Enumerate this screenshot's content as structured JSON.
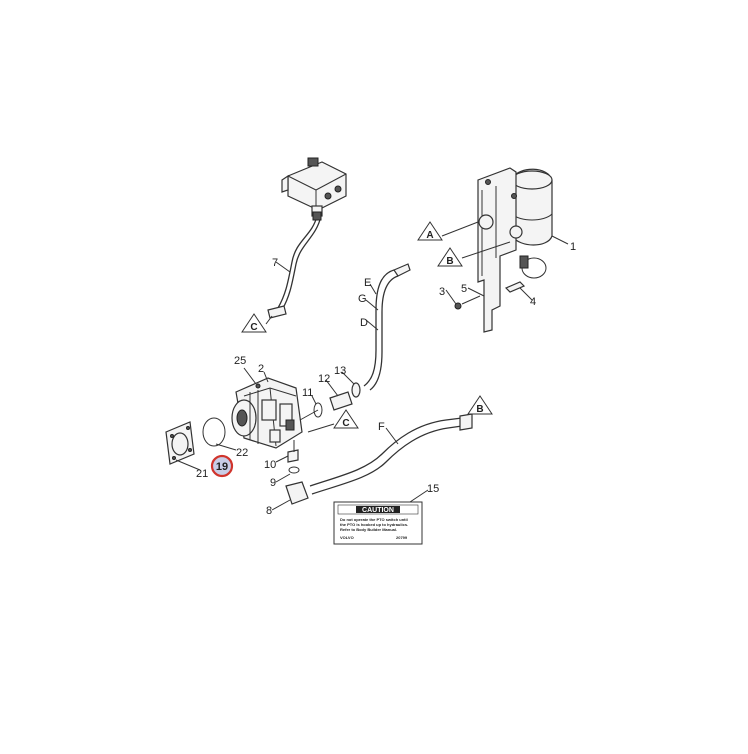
{
  "callouts": {
    "c1": "1",
    "c2": "2",
    "c3": "3",
    "c4": "4",
    "c5": "5",
    "c7": "7",
    "c8": "8",
    "c9": "9",
    "c10": "10",
    "c11": "11",
    "c12": "12",
    "c13": "13",
    "c15": "15",
    "c19": "19",
    "c21": "21",
    "c22": "22",
    "c25": "25",
    "cD": "D",
    "cE": "E",
    "cF": "F",
    "cG": "G"
  },
  "triangles": {
    "tA": "A",
    "tB1": "B",
    "tB2": "B",
    "tC1": "C",
    "tC2": "C"
  },
  "caution": {
    "heading": "CAUTION",
    "line1": "Do not operate the PTO switch until",
    "line2": "the PTO is hooked up to hydraulics.",
    "line3": "Refer to Body Builder Manual.",
    "brand": "VOLVO",
    "code": "20799"
  },
  "highlight": {
    "color": "#d0342c",
    "fill": "#c9cde6",
    "part": "19"
  }
}
